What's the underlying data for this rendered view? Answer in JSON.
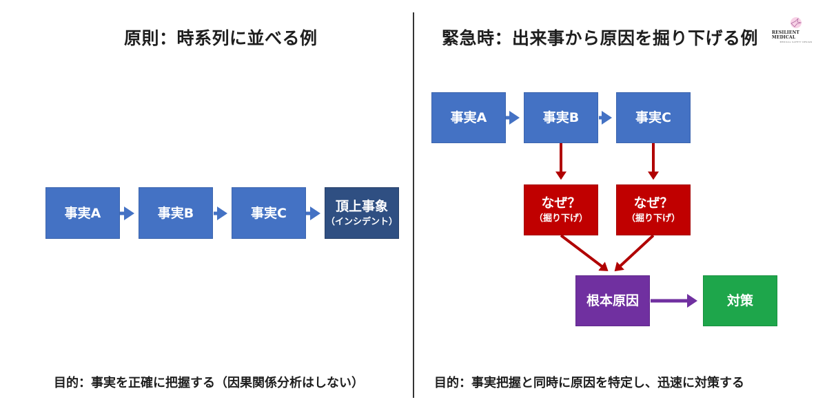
{
  "left_panel": {
    "title": "原則：時系列に並べる例",
    "boxes": [
      {
        "label": "事実A"
      },
      {
        "label": "事実B"
      },
      {
        "label": "事実C"
      },
      {
        "label": "頂上事象",
        "sub": "（インシデント）"
      }
    ],
    "caption": "目的：事実を正確に把握する（因果関係分析はしない）"
  },
  "right_panel": {
    "title": "緊急時：出来事から原因を掘り下げる例",
    "facts": [
      {
        "label": "事実A"
      },
      {
        "label": "事実B"
      },
      {
        "label": "事実C"
      }
    ],
    "why_boxes": [
      {
        "label": "なぜ？",
        "sub": "（掘り下げ）"
      },
      {
        "label": "なぜ？",
        "sub": "（掘り下げ）"
      }
    ],
    "root_cause": {
      "label": "根本原因"
    },
    "countermeasure": {
      "label": "対策"
    },
    "caption": "目的：事実把握と同時に原因を特定し、迅速に対策する"
  },
  "logo": {
    "name": "RESILIENT MEDICAL",
    "tagline": "MEDICAL SAFETY DESIGN"
  },
  "colors": {
    "fact_blue": "#4472c4",
    "incident_navy": "#2f4f82",
    "why_red": "#c00000",
    "root_cause_purple": "#7030a0",
    "countermeasure_green": "#1ea64b",
    "arrow_blue": "#4472c4",
    "arrow_red": "#b00000",
    "arrow_purple": "#7030a0"
  }
}
